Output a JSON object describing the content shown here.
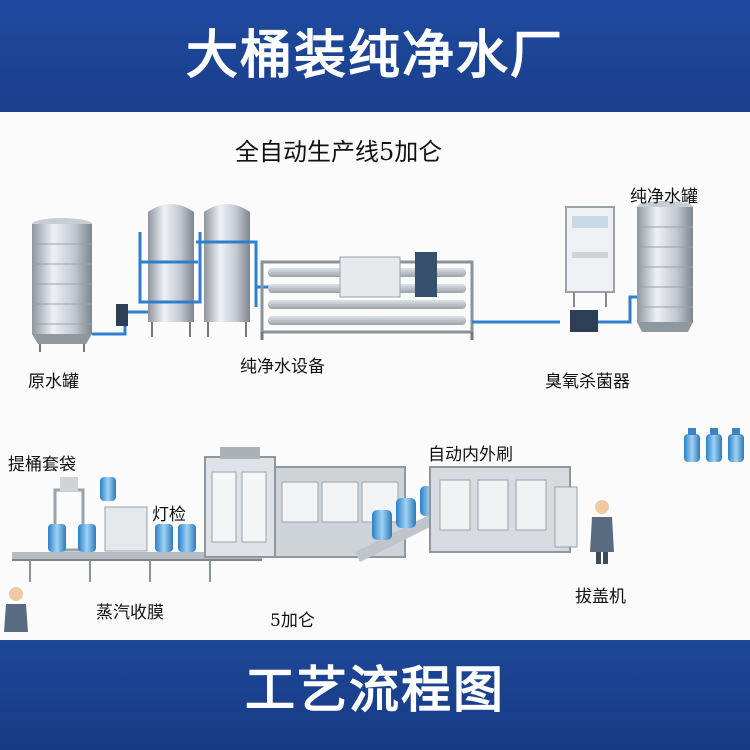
{
  "title": "大桶装纯净水厂",
  "footer": "工艺流程图",
  "diagram": {
    "heading": "全自动生产线5加仑",
    "labels": {
      "raw_tank": "原水罐",
      "purified_tank": "纯净水罐",
      "pure_water_equipment": "纯净水设备",
      "ozone_sterilizer": "臭氧杀菌器",
      "auto_brush": "自动内外刷",
      "bag_station": "提桶套袋",
      "light_check": "灯检",
      "steam_shrink": "蒸汽收膜",
      "five_gallon": "5加仑",
      "decapper": "拔盖机"
    }
  },
  "colors": {
    "banner": "#1d4798",
    "pipe": "#2f7fd0",
    "steel": "#c9ced4",
    "bottle": "#4a9fdf"
  }
}
